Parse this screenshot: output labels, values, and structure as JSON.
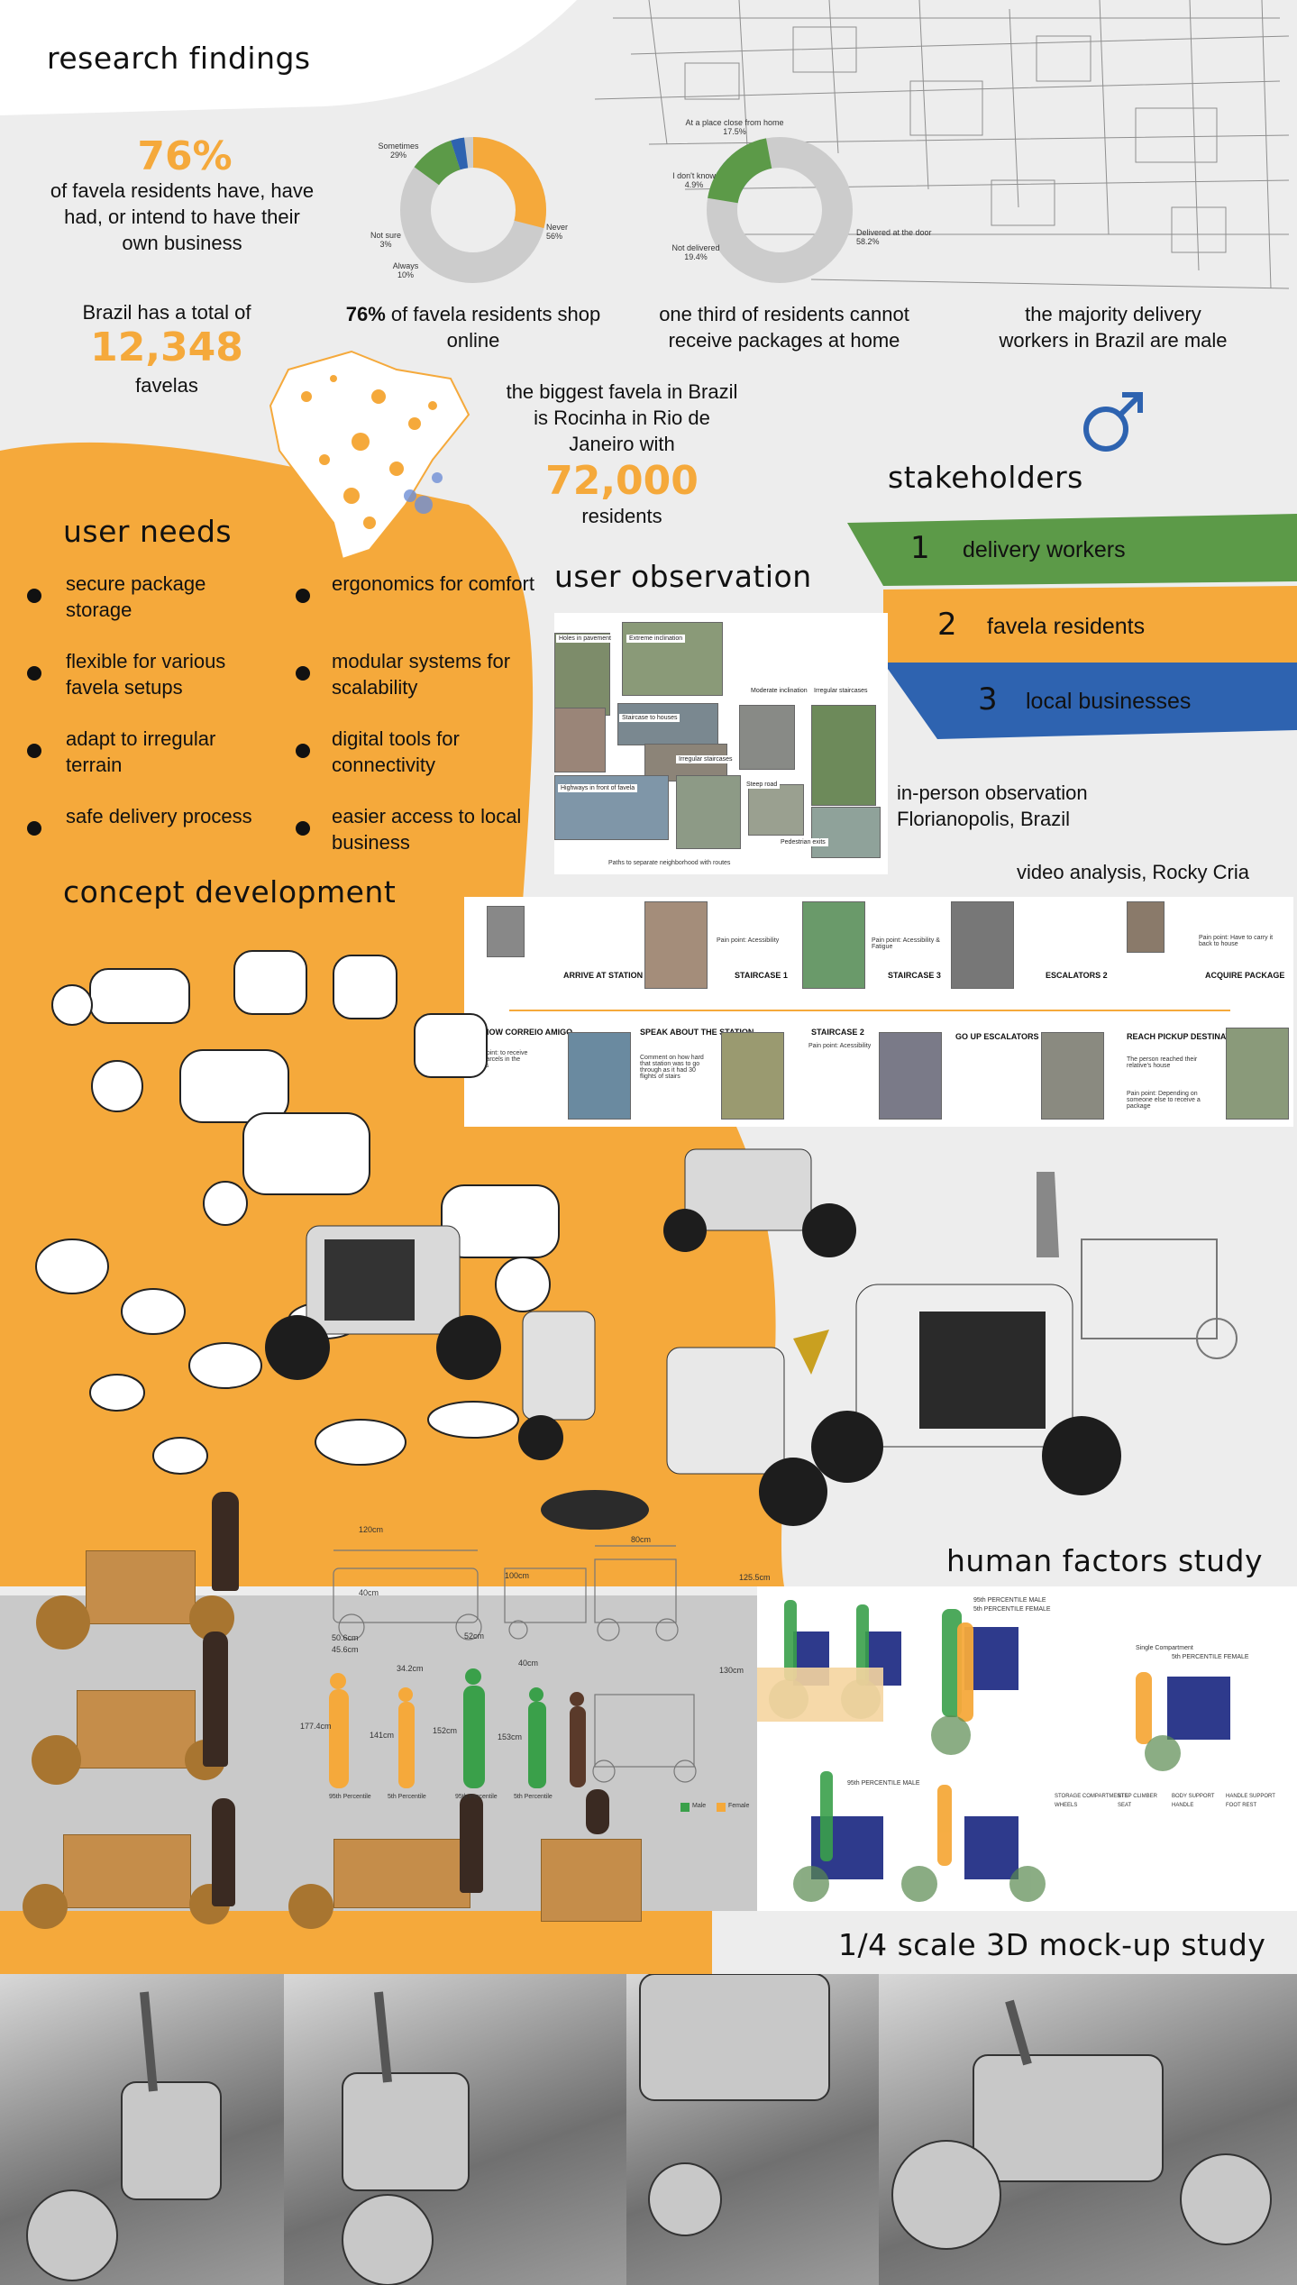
{
  "colors": {
    "orange": "#f5a93b",
    "green": "#5c9a48",
    "blue": "#2e63b0",
    "gray": "#cccccc",
    "dark": "#111111"
  },
  "research": {
    "title": "research findings",
    "stat1_value": "76%",
    "stat1_text": "of favela residents have, have had, or intend to have their own business",
    "donut1": {
      "labels": [
        "Sometimes",
        "29%",
        "Never",
        "56%",
        "Always",
        "10%",
        "Not sure",
        "3%"
      ],
      "caption_bold": "76%",
      "caption_rest": " of favela residents shop online"
    },
    "donut2": {
      "labels": [
        "At a place close from home",
        "17.5%",
        "I don't know",
        "4.9%",
        "Delivered at the door",
        "58.2%",
        "Not delivered",
        "19.4%"
      ],
      "caption": "one third of residents cannot receive packages at home"
    },
    "favelas_prefix": "Brazil has a total of",
    "favelas_value": "12,348",
    "favelas_suffix": "favelas",
    "rocinha_text": "the biggest favela in Brazil is Rocinha in Rio de Janeiro with",
    "rocinha_value": "72,000",
    "rocinha_suffix": "residents",
    "male_text": "the majority delivery workers in Brazil are male",
    "male_icon": "male-symbol-icon"
  },
  "stakeholders": {
    "title": "stakeholders",
    "items": [
      {
        "num": "1",
        "label": "delivery workers"
      },
      {
        "num": "2",
        "label": "favela residents"
      },
      {
        "num": "3",
        "label": "local businesses"
      }
    ]
  },
  "user_needs": {
    "title": "user needs",
    "items": [
      "secure package storage",
      "ergonomics for comfort",
      "flexible for various favela setups",
      "modular systems for scalability",
      "adapt to irregular terrain",
      "digital tools for connectivity",
      "safe delivery process",
      "easier access to local business"
    ]
  },
  "observation": {
    "title": "user observation",
    "tags": [
      "Holes in pavement",
      "Extreme inclination",
      "Staircase to houses",
      "Moderate inclination",
      "Irregular staircases",
      "Irregular staircases",
      "Steep road",
      "Highways in front of favela",
      "Pedestrian exits"
    ],
    "footnote": "Paths to separate neighborhood with routes",
    "in_person": "in-person observation\nFlorianopolis, Brazil",
    "video": "video analysis, Rocky Cria"
  },
  "journey": {
    "top": [
      "ARRIVE AT STATION",
      "STAIRCASE 1",
      "STAIRCASE 3",
      "ESCALATORS 2",
      "ACQUIRE PACKAGE"
    ],
    "bottom": [
      "SHOW CORREIO AMIGO",
      "SPEAK ABOUT THE STATION",
      "STAIRCASE 2",
      "GO UP ESCALATORS",
      "REACH PICKUP DESTINATION"
    ],
    "pains": [
      "Pain point: Acessibility",
      "Pain point: Acessibility & Fatigue",
      "Pain point: Have to carry it back to house",
      "Pain point: Acessibility",
      "Pain point: Depending on someone else to receive a package"
    ],
    "notes": [
      "Pain point: to receive your parcels in the favelas",
      "Comment on how hard that station was to go through as it had 30 flights of stairs",
      "The person reached their relative's house"
    ]
  },
  "concept": {
    "title": "concept development"
  },
  "human_factors": {
    "title": "human factors study",
    "dims": [
      "120cm",
      "40cm",
      "80cm",
      "100cm",
      "125.5cm",
      "130cm",
      "50.6cm",
      "45.6cm",
      "34.2cm",
      "52cm",
      "40cm",
      "177.4cm",
      "141cm",
      "152cm",
      "153cm"
    ],
    "percentiles": [
      "95th Percentile",
      "5th Percentile",
      "95th Percentile",
      "5th Percentile"
    ],
    "legend": [
      "Male",
      "Female"
    ],
    "chart_labels": [
      "95th PERCENTILE MALE",
      "5th PERCENTILE FEMALE",
      "Single Compartment",
      "95th PERCENTILE MALE",
      "5th PERCENTILE FEMALE"
    ],
    "parts_legend": [
      "STORAGE COMPARTMENTS",
      "STEP CLIMBER",
      "BODY SUPPORT",
      "HANDLE SUPPORT",
      "WHEELS",
      "SEAT",
      "HANDLE",
      "FOOT REST"
    ]
  },
  "mockup": {
    "title": "1/4 scale 3D mock-up study"
  }
}
